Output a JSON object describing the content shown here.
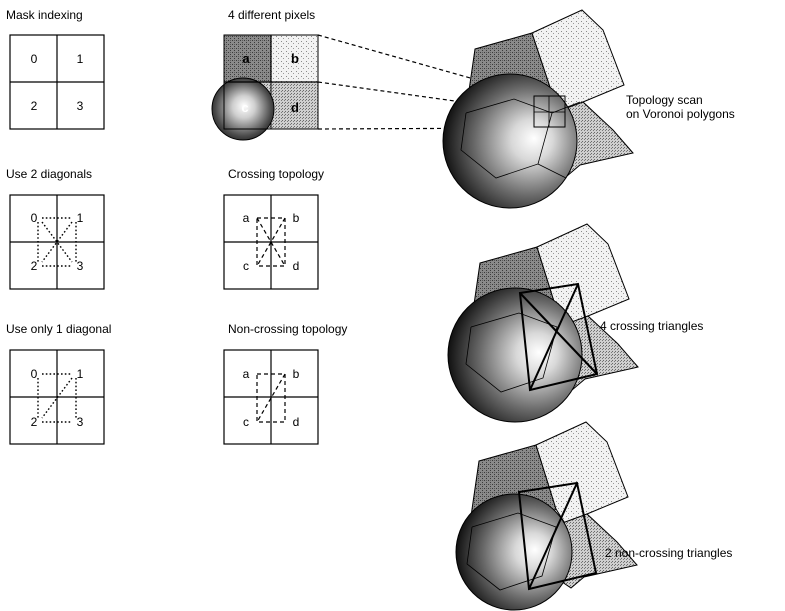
{
  "panels": {
    "mask_indexing": {
      "title": "Mask indexing",
      "cells": [
        "0",
        "1",
        "2",
        "3"
      ]
    },
    "four_pixels": {
      "title": "4 different pixels",
      "cells": [
        "a",
        "b",
        "c",
        "d"
      ]
    },
    "two_diagonals": {
      "title": "Use 2 diagonals",
      "cells": [
        "0",
        "1",
        "2",
        "3"
      ]
    },
    "crossing": {
      "title": "Crossing topology",
      "cells": [
        "a",
        "b",
        "c",
        "d"
      ]
    },
    "one_diagonal": {
      "title": "Use only 1 diagonal",
      "cells": [
        "0",
        "1",
        "2",
        "3"
      ]
    },
    "non_crossing": {
      "title": "Non-crossing topology",
      "cells": [
        "a",
        "b",
        "c",
        "d"
      ]
    }
  },
  "illustrations": {
    "scan": {
      "line1": "Topology scan",
      "line2": "on Voronoi polygons"
    },
    "crossing_triangles": {
      "label": "4 crossing triangles"
    },
    "non_crossing_triangles": {
      "label": "2 non-crossing triangles"
    }
  },
  "colors": {
    "dark_pixel": "#6e6e6e",
    "light_pixel": "#e8e8e8",
    "medium_pixel": "#b8b8b8",
    "sphere_light": "#ffffff",
    "sphere_dark": "#111111"
  }
}
